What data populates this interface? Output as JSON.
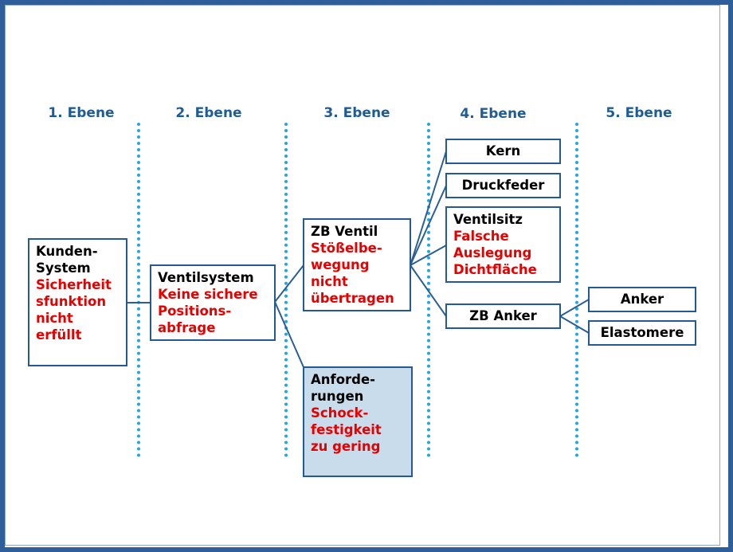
{
  "colors": {
    "frame": "#2f5f9b",
    "level_text": "#1f5c93",
    "dotted_line": "#2aa4d8",
    "box_border": "#245a94",
    "connector": "#2a5f95",
    "red_text": "#e60000",
    "shaded_box": "#c8dcec"
  },
  "levels": [
    "1. Ebene",
    "2. Ebene",
    "3. Ebene",
    "4. Ebene",
    "5. Ebene"
  ],
  "nodes": {
    "kunden": {
      "title": "Kunden-\nSystem",
      "detail": "Sicherheit\nsfunktion\nnicht\nerfüllt"
    },
    "ventilsystem": {
      "title": "Ventilsystem",
      "detail": "Keine sichere\nPositions-\nabfrage"
    },
    "zb_ventil": {
      "title": "ZB Ventil",
      "detail": "Stößelbe-\nwegung\nnicht\nübertragen"
    },
    "anforderungen": {
      "title": "Anforde-\nrungen",
      "detail": "Schock-\nfestigkeit\nzu gering"
    },
    "kern": {
      "title": "Kern"
    },
    "druckfeder": {
      "title": "Druckfeder"
    },
    "ventilsitz": {
      "title": "Ventilsitz",
      "detail": "Falsche\nAuslegung\nDichtfläche"
    },
    "zb_anker": {
      "title": "ZB Anker"
    },
    "anker": {
      "title": "Anker"
    },
    "elastomere": {
      "title": "Elastomere"
    }
  }
}
